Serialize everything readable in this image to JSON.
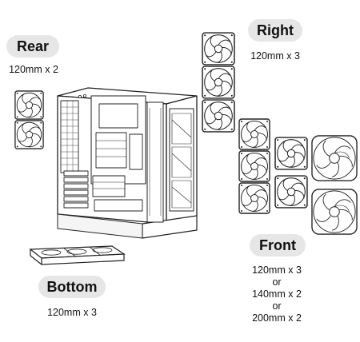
{
  "labels": {
    "rear": {
      "title": "Rear",
      "spec": "120mm x 2"
    },
    "right": {
      "title": "Right",
      "spec": "120mm x 3"
    },
    "bottom": {
      "title": "Bottom",
      "spec": "120mm x 3"
    },
    "front": {
      "title": "Front",
      "spec_lines": [
        "120mm x 3",
        "or",
        "140mm x 2",
        "or",
        "200mm x 2"
      ]
    }
  },
  "colors": {
    "pill": "#e6e6e6",
    "line": "#222222",
    "text": "#111111"
  },
  "icons": [
    "case-icon",
    "fan-icon"
  ]
}
